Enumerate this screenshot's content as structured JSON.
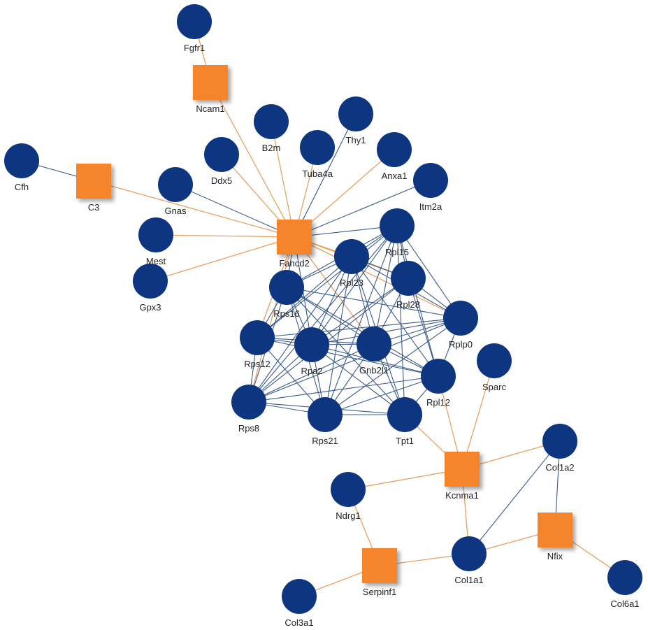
{
  "colors": {
    "gene_node": "#0d3580",
    "hub_node": "#f5842a",
    "hub_edge": "#e8a060",
    "gene_edge": "#3a5a8a",
    "label": "#222222"
  },
  "nodes": [
    {
      "id": "Fgfr1",
      "label": "Fgfr1",
      "shape": "circle"
    },
    {
      "id": "Ncam1",
      "label": "Ncam1",
      "shape": "square"
    },
    {
      "id": "Cfh",
      "label": "Cfh",
      "shape": "circle"
    },
    {
      "id": "C3",
      "label": "C3",
      "shape": "square"
    },
    {
      "id": "B2m",
      "label": "B2m",
      "shape": "circle"
    },
    {
      "id": "Thy1",
      "label": "Thy1",
      "shape": "circle"
    },
    {
      "id": "Ddx5",
      "label": "Ddx5",
      "shape": "circle"
    },
    {
      "id": "Tuba4a",
      "label": "Tuba4a",
      "shape": "circle"
    },
    {
      "id": "Anxa1",
      "label": "Anxa1",
      "shape": "circle"
    },
    {
      "id": "Gnas",
      "label": "Gnas",
      "shape": "circle"
    },
    {
      "id": "Itm2a",
      "label": "Itm2a",
      "shape": "circle"
    },
    {
      "id": "Mest",
      "label": "Mest",
      "shape": "circle"
    },
    {
      "id": "Fancd2",
      "label": "Fancd2",
      "shape": "square"
    },
    {
      "id": "Rpl15",
      "label": "Rpl15",
      "shape": "circle"
    },
    {
      "id": "Gpx3",
      "label": "Gpx3",
      "shape": "circle"
    },
    {
      "id": "Rpl23",
      "label": "Rpl23",
      "shape": "circle"
    },
    {
      "id": "Rps16",
      "label": "Rps16",
      "shape": "circle"
    },
    {
      "id": "Rpl28",
      "label": "Rpl28",
      "shape": "circle"
    },
    {
      "id": "Rplp0",
      "label": "Rplp0",
      "shape": "circle"
    },
    {
      "id": "Rps12",
      "label": "Rps12",
      "shape": "circle"
    },
    {
      "id": "Rpa2",
      "label": "Rpa2",
      "shape": "circle"
    },
    {
      "id": "Gnb2l1",
      "label": "Gnb2l1",
      "shape": "circle"
    },
    {
      "id": "Sparc",
      "label": "Sparc",
      "shape": "circle"
    },
    {
      "id": "Rpl12",
      "label": "Rpl12",
      "shape": "circle"
    },
    {
      "id": "Rps8",
      "label": "Rps8",
      "shape": "circle"
    },
    {
      "id": "Rps21",
      "label": "Rps21",
      "shape": "circle"
    },
    {
      "id": "Tpt1",
      "label": "Tpt1",
      "shape": "circle"
    },
    {
      "id": "Col1a2",
      "label": "Col1a2",
      "shape": "circle"
    },
    {
      "id": "Kcnma1",
      "label": "Kcnma1",
      "shape": "square"
    },
    {
      "id": "Ndrg1",
      "label": "Ndrg1",
      "shape": "circle"
    },
    {
      "id": "Nfix",
      "label": "Nfix",
      "shape": "square"
    },
    {
      "id": "Col1a1",
      "label": "Col1a1",
      "shape": "circle"
    },
    {
      "id": "Serpinf1",
      "label": "Serpinf1",
      "shape": "square"
    },
    {
      "id": "Col3a1",
      "label": "Col3a1",
      "shape": "circle"
    },
    {
      "id": "Col6a1",
      "label": "Col6a1",
      "shape": "circle"
    }
  ],
  "edges": [
    {
      "source": "Fgfr1",
      "target": "Ncam1",
      "type": "hub"
    },
    {
      "source": "Ncam1",
      "target": "Fancd2",
      "type": "hub"
    },
    {
      "source": "Cfh",
      "target": "C3",
      "type": "gene"
    },
    {
      "source": "C3",
      "target": "Fancd2",
      "type": "hub"
    },
    {
      "source": "B2m",
      "target": "Fancd2",
      "type": "hub"
    },
    {
      "source": "Thy1",
      "target": "Fancd2",
      "type": "gene"
    },
    {
      "source": "Ddx5",
      "target": "Fancd2",
      "type": "hub"
    },
    {
      "source": "Tuba4a",
      "target": "Fancd2",
      "type": "hub"
    },
    {
      "source": "Anxa1",
      "target": "Fancd2",
      "type": "hub"
    },
    {
      "source": "Gnas",
      "target": "Fancd2",
      "type": "gene"
    },
    {
      "source": "Itm2a",
      "target": "Fancd2",
      "type": "gene"
    },
    {
      "source": "Mest",
      "target": "Fancd2",
      "type": "hub"
    },
    {
      "source": "Gpx3",
      "target": "Fancd2",
      "type": "hub"
    },
    {
      "source": "Fancd2",
      "target": "Rpl15",
      "type": "gene"
    },
    {
      "source": "Fancd2",
      "target": "Rpl23",
      "type": "hub"
    },
    {
      "source": "Fancd2",
      "target": "Rps16",
      "type": "gene"
    },
    {
      "source": "Fancd2",
      "target": "Rpl28",
      "type": "hub"
    },
    {
      "source": "Fancd2",
      "target": "Rplp0",
      "type": "hub"
    },
    {
      "source": "Fancd2",
      "target": "Gnb2l1",
      "type": "hub"
    },
    {
      "source": "Fancd2",
      "target": "Rps12",
      "type": "hub"
    },
    {
      "source": "Fancd2",
      "target": "Rpa2",
      "type": "gene"
    },
    {
      "source": "Fancd2",
      "target": "Rps8",
      "type": "hub"
    },
    {
      "source": "Rpl15",
      "target": "Rpl23",
      "type": "gene"
    },
    {
      "source": "Rpl15",
      "target": "Rpl28",
      "type": "gene"
    },
    {
      "source": "Rpl15",
      "target": "Rplp0",
      "type": "gene"
    },
    {
      "source": "Rpl15",
      "target": "Rps16",
      "type": "gene"
    },
    {
      "source": "Rpl15",
      "target": "Gnb2l1",
      "type": "gene"
    },
    {
      "source": "Rpl15",
      "target": "Rpl12",
      "type": "gene"
    },
    {
      "source": "Rpl15",
      "target": "Rps12",
      "type": "gene"
    },
    {
      "source": "Rpl15",
      "target": "Rpa2",
      "type": "gene"
    },
    {
      "source": "Rpl15",
      "target": "Tpt1",
      "type": "gene"
    },
    {
      "source": "Rpl15",
      "target": "Rps8",
      "type": "gene"
    },
    {
      "source": "Rpl15",
      "target": "Rps21",
      "type": "gene"
    },
    {
      "source": "Rpl23",
      "target": "Rps16",
      "type": "gene"
    },
    {
      "source": "Rpl23",
      "target": "Rpl28",
      "type": "gene"
    },
    {
      "source": "Rpl23",
      "target": "Rplp0",
      "type": "gene"
    },
    {
      "source": "Rpl23",
      "target": "Rps12",
      "type": "gene"
    },
    {
      "source": "Rpl23",
      "target": "Rpa2",
      "type": "gene"
    },
    {
      "source": "Rpl23",
      "target": "Gnb2l1",
      "type": "gene"
    },
    {
      "source": "Rpl23",
      "target": "Rpl12",
      "type": "gene"
    },
    {
      "source": "Rpl23",
      "target": "Rps8",
      "type": "gene"
    },
    {
      "source": "Rpl23",
      "target": "Rps21",
      "type": "gene"
    },
    {
      "source": "Rpl23",
      "target": "Tpt1",
      "type": "gene"
    },
    {
      "source": "Rps16",
      "target": "Rps12",
      "type": "gene"
    },
    {
      "source": "Rps16",
      "target": "Rpa2",
      "type": "gene"
    },
    {
      "source": "Rps16",
      "target": "Gnb2l1",
      "type": "gene"
    },
    {
      "source": "Rps16",
      "target": "Rps8",
      "type": "gene"
    },
    {
      "source": "Rps16",
      "target": "Rps21",
      "type": "gene"
    },
    {
      "source": "Rps16",
      "target": "Rplp0",
      "type": "gene"
    },
    {
      "source": "Rps16",
      "target": "Rpl12",
      "type": "gene"
    },
    {
      "source": "Rps16",
      "target": "Tpt1",
      "type": "gene"
    },
    {
      "source": "Rpl28",
      "target": "Rplp0",
      "type": "gene"
    },
    {
      "source": "Rpl28",
      "target": "Rpl12",
      "type": "gene"
    },
    {
      "source": "Rpl28",
      "target": "Gnb2l1",
      "type": "gene"
    },
    {
      "source": "Rpl28",
      "target": "Rps8",
      "type": "gene"
    },
    {
      "source": "Rpl28",
      "target": "Rpa2",
      "type": "gene"
    },
    {
      "source": "Rplp0",
      "target": "Rpl12",
      "type": "gene"
    },
    {
      "source": "Rplp0",
      "target": "Gnb2l1",
      "type": "gene"
    },
    {
      "source": "Rplp0",
      "target": "Rps12",
      "type": "gene"
    },
    {
      "source": "Rplp0",
      "target": "Rpa2",
      "type": "gene"
    },
    {
      "source": "Rplp0",
      "target": "Rps21",
      "type": "gene"
    },
    {
      "source": "Rplp0",
      "target": "Rps8",
      "type": "gene"
    },
    {
      "source": "Rps12",
      "target": "Rpa2",
      "type": "gene"
    },
    {
      "source": "Rps12",
      "target": "Rps8",
      "type": "gene"
    },
    {
      "source": "Rps12",
      "target": "Rps21",
      "type": "gene"
    },
    {
      "source": "Rps12",
      "target": "Gnb2l1",
      "type": "gene"
    },
    {
      "source": "Rps12",
      "target": "Rpl12",
      "type": "gene"
    },
    {
      "source": "Rpa2",
      "target": "Gnb2l1",
      "type": "gene"
    },
    {
      "source": "Rpa2",
      "target": "Rps8",
      "type": "gene"
    },
    {
      "source": "Rpa2",
      "target": "Rps21",
      "type": "gene"
    },
    {
      "source": "Rpa2",
      "target": "Tpt1",
      "type": "gene"
    },
    {
      "source": "Rpa2",
      "target": "Rpl12",
      "type": "gene"
    },
    {
      "source": "Gnb2l1",
      "target": "Rpl12",
      "type": "gene"
    },
    {
      "source": "Gnb2l1",
      "target": "Rps21",
      "type": "gene"
    },
    {
      "source": "Gnb2l1",
      "target": "Tpt1",
      "type": "gene"
    },
    {
      "source": "Gnb2l1",
      "target": "Rps8",
      "type": "gene"
    },
    {
      "source": "Rpl12",
      "target": "Tpt1",
      "type": "gene"
    },
    {
      "source": "Rpl12",
      "target": "Rps21",
      "type": "gene"
    },
    {
      "source": "Rpl12",
      "target": "Rps8",
      "type": "gene"
    },
    {
      "source": "Rps8",
      "target": "Rps21",
      "type": "gene"
    },
    {
      "source": "Rps8",
      "target": "Tpt1",
      "type": "gene"
    },
    {
      "source": "Rps21",
      "target": "Tpt1",
      "type": "gene"
    },
    {
      "source": "Tpt1",
      "target": "Kcnma1",
      "type": "hub"
    },
    {
      "source": "Rpl12",
      "target": "Kcnma1",
      "type": "hub"
    },
    {
      "source": "Sparc",
      "target": "Kcnma1",
      "type": "hub"
    },
    {
      "source": "Col1a2",
      "target": "Kcnma1",
      "type": "hub"
    },
    {
      "source": "Ndrg1",
      "target": "Kcnma1",
      "type": "hub"
    },
    {
      "source": "Kcnma1",
      "target": "Col1a1",
      "type": "hub"
    },
    {
      "source": "Col1a2",
      "target": "Nfix",
      "type": "gene"
    },
    {
      "source": "Col1a2",
      "target": "Col1a1",
      "type": "gene"
    },
    {
      "source": "Ndrg1",
      "target": "Serpinf1",
      "type": "hub"
    },
    {
      "source": "Nfix",
      "target": "Col1a1",
      "type": "hub"
    },
    {
      "source": "Nfix",
      "target": "Col6a1",
      "type": "hub"
    },
    {
      "source": "Col1a1",
      "target": "Serpinf1",
      "type": "hub"
    },
    {
      "source": "Serpinf1",
      "target": "Col3a1",
      "type": "hub"
    }
  ]
}
